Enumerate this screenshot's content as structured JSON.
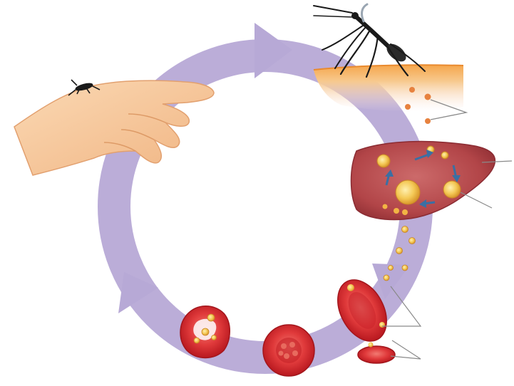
{
  "diagram": {
    "stages": [
      {
        "id": "hand",
        "icon": "hand-with-mosquito-icon"
      },
      {
        "id": "mosquito-bite",
        "icon": "mosquito-biting-skin-icon"
      },
      {
        "id": "liver",
        "icon": "infected-liver-icon"
      },
      {
        "id": "merozoites",
        "icon": "released-merozoites-icon"
      },
      {
        "id": "red-cell-infected",
        "icon": "infected-red-blood-cell-icon"
      },
      {
        "id": "red-cell-schizont",
        "icon": "schizont-red-blood-cell-icon"
      },
      {
        "id": "red-cell-ruptured",
        "icon": "ruptured-red-blood-cell-icon"
      }
    ],
    "colors": {
      "cycle_arrow": "#b7a9d6",
      "skin": "#f3b97c",
      "liver": "#b5434a",
      "red_cell": "#d42a2f",
      "parasite": "#f2c14b",
      "leader_line": "#8a8a8a"
    }
  }
}
